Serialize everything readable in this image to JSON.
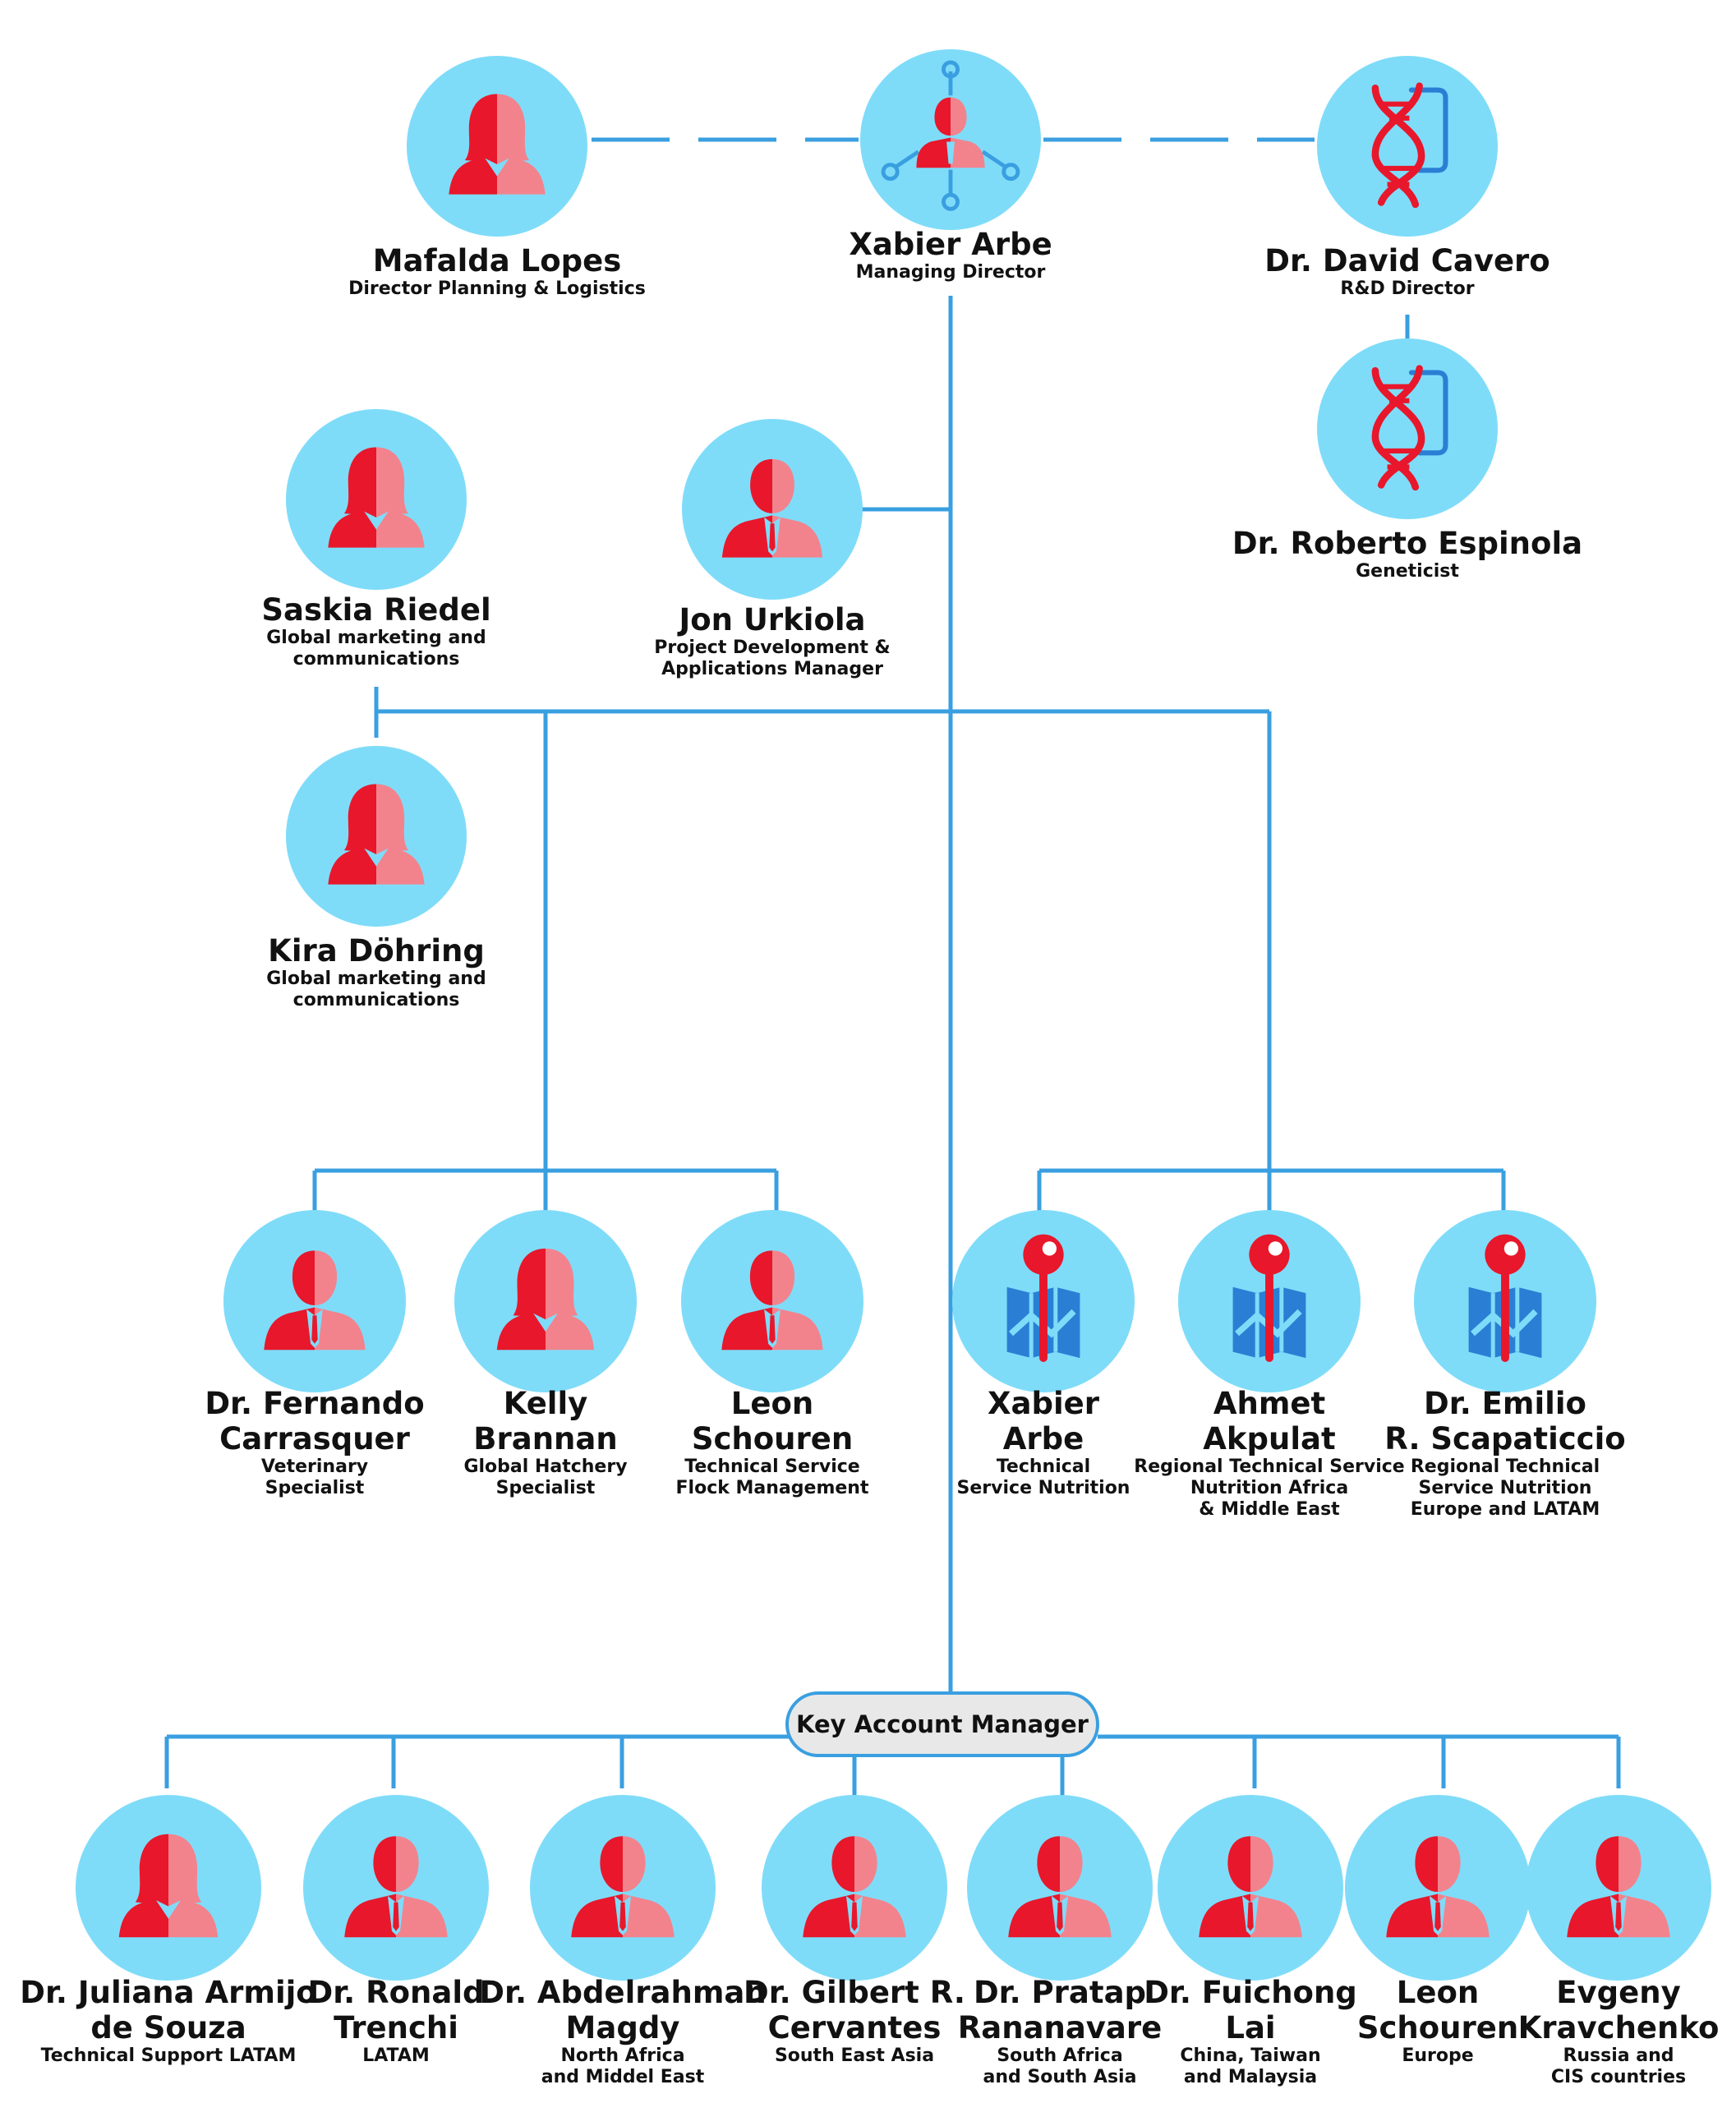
{
  "key_account_label": "Key Account Manager",
  "colors": {
    "line": "#3a9fe0",
    "avatar_bg": "#7fdcf9",
    "figure_dark": "#e8172b",
    "figure_light": "#f2838d",
    "dna_red": "#e8172b",
    "dna_blue": "#2a7fd4"
  },
  "people": [
    {
      "id": "p01",
      "name": "Mafalda Lopes",
      "role": "Director Planning & Logistics",
      "icon": "woman-avatar-icon"
    },
    {
      "id": "p02",
      "name": "Xabier Arbe",
      "role": "Managing Director",
      "icon": "network-man-avatar-icon"
    },
    {
      "id": "p03",
      "name": "Dr. David Cavero",
      "role": "R&D Director",
      "icon": "dna-icon"
    },
    {
      "id": "p04",
      "name": "Dr. Roberto Espinola",
      "role": "Geneticist",
      "icon": "dna-icon"
    },
    {
      "id": "p05",
      "name": "Saskia Riedel",
      "role": "Global marketing and\ncommunications",
      "icon": "woman-avatar-icon"
    },
    {
      "id": "p06",
      "name": "Jon Urkiola",
      "role": "Project Development &\nApplications Manager",
      "icon": "man-avatar-icon"
    },
    {
      "id": "p07",
      "name": "Kira Döhring",
      "role": "Global marketing and\ncommunications",
      "icon": "woman-avatar-icon"
    },
    {
      "id": "p08",
      "name": "Dr. Fernando\nCarrasquer",
      "role": "Veterinary\nSpecialist",
      "icon": "man-avatar-icon"
    },
    {
      "id": "p09",
      "name": "Kelly\nBrannan",
      "role": "Global Hatchery\nSpecialist",
      "icon": "woman-avatar-icon"
    },
    {
      "id": "p10",
      "name": "Leon\nSchouren",
      "role": "Technical Service\nFlock Management",
      "icon": "man-avatar-icon"
    },
    {
      "id": "p11",
      "name": "Xabier\nArbe",
      "role": "Technical\nService Nutrition",
      "icon": "map-pin-icon"
    },
    {
      "id": "p12",
      "name": "Ahmet\nAkpulat",
      "role": "Regional Technical Service\nNutrition Africa\n& Middle East",
      "icon": "map-pin-icon"
    },
    {
      "id": "p13",
      "name": "Dr. Emilio\nR. Scapaticcio",
      "role": "Regional Technical\nService Nutrition\nEurope and LATAM",
      "icon": "map-pin-icon"
    },
    {
      "id": "p14",
      "name": "Dr. Juliana Armijo\nde Souza",
      "role": "Technical Support LATAM",
      "icon": "woman-avatar-icon"
    },
    {
      "id": "p15",
      "name": "Dr. Ronald\nTrenchi",
      "role": "LATAM",
      "icon": "man-avatar-icon"
    },
    {
      "id": "p16",
      "name": "Dr. Abdelrahman\nMagdy",
      "role": "North Africa\nand Middel East",
      "icon": "man-avatar-icon"
    },
    {
      "id": "p17",
      "name": "Dr. Gilbert R.\nCervantes",
      "role": "South East Asia",
      "icon": "man-avatar-icon"
    },
    {
      "id": "p18",
      "name": "Dr. Pratap\nRananavare",
      "role": "South Africa\nand South Asia",
      "icon": "man-avatar-icon"
    },
    {
      "id": "p19",
      "name": "Dr. Fuichong\nLai",
      "role": "China, Taiwan\nand Malaysia",
      "icon": "man-avatar-icon"
    },
    {
      "id": "p20",
      "name": "Leon\nSchouren",
      "role": "Europe",
      "icon": "man-avatar-icon"
    },
    {
      "id": "p21",
      "name": "Evgeny\nKravchenko",
      "role": "Russia and\nCIS countries",
      "icon": "man-avatar-icon"
    }
  ]
}
